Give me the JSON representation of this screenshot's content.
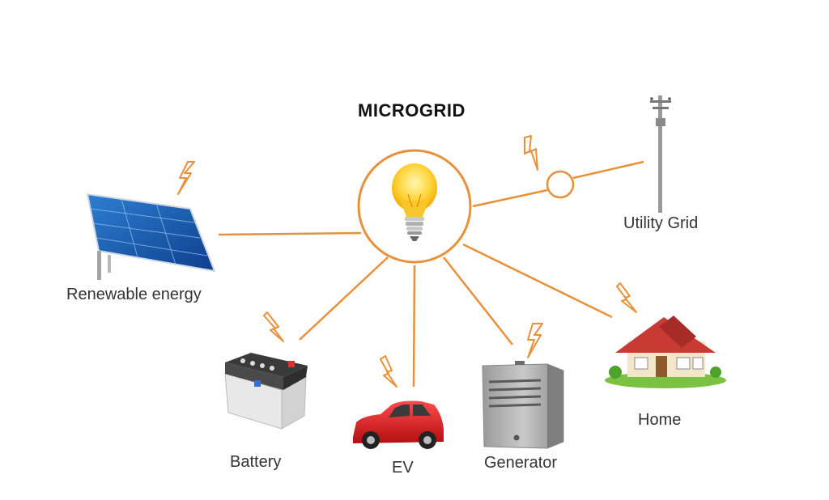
{
  "diagram": {
    "title": "MICROGRID",
    "nodes": [
      {
        "id": "utility",
        "label": "Utility Grid"
      },
      {
        "id": "renewable",
        "label": "Renewable energy"
      },
      {
        "id": "battery",
        "label": "Battery"
      },
      {
        "id": "ev",
        "label": "EV"
      },
      {
        "id": "generator",
        "label": "Generator"
      },
      {
        "id": "home",
        "label": "Home"
      }
    ],
    "colors": {
      "accent": "#E8913A",
      "line": "#E8913A",
      "text": "#333333"
    }
  }
}
